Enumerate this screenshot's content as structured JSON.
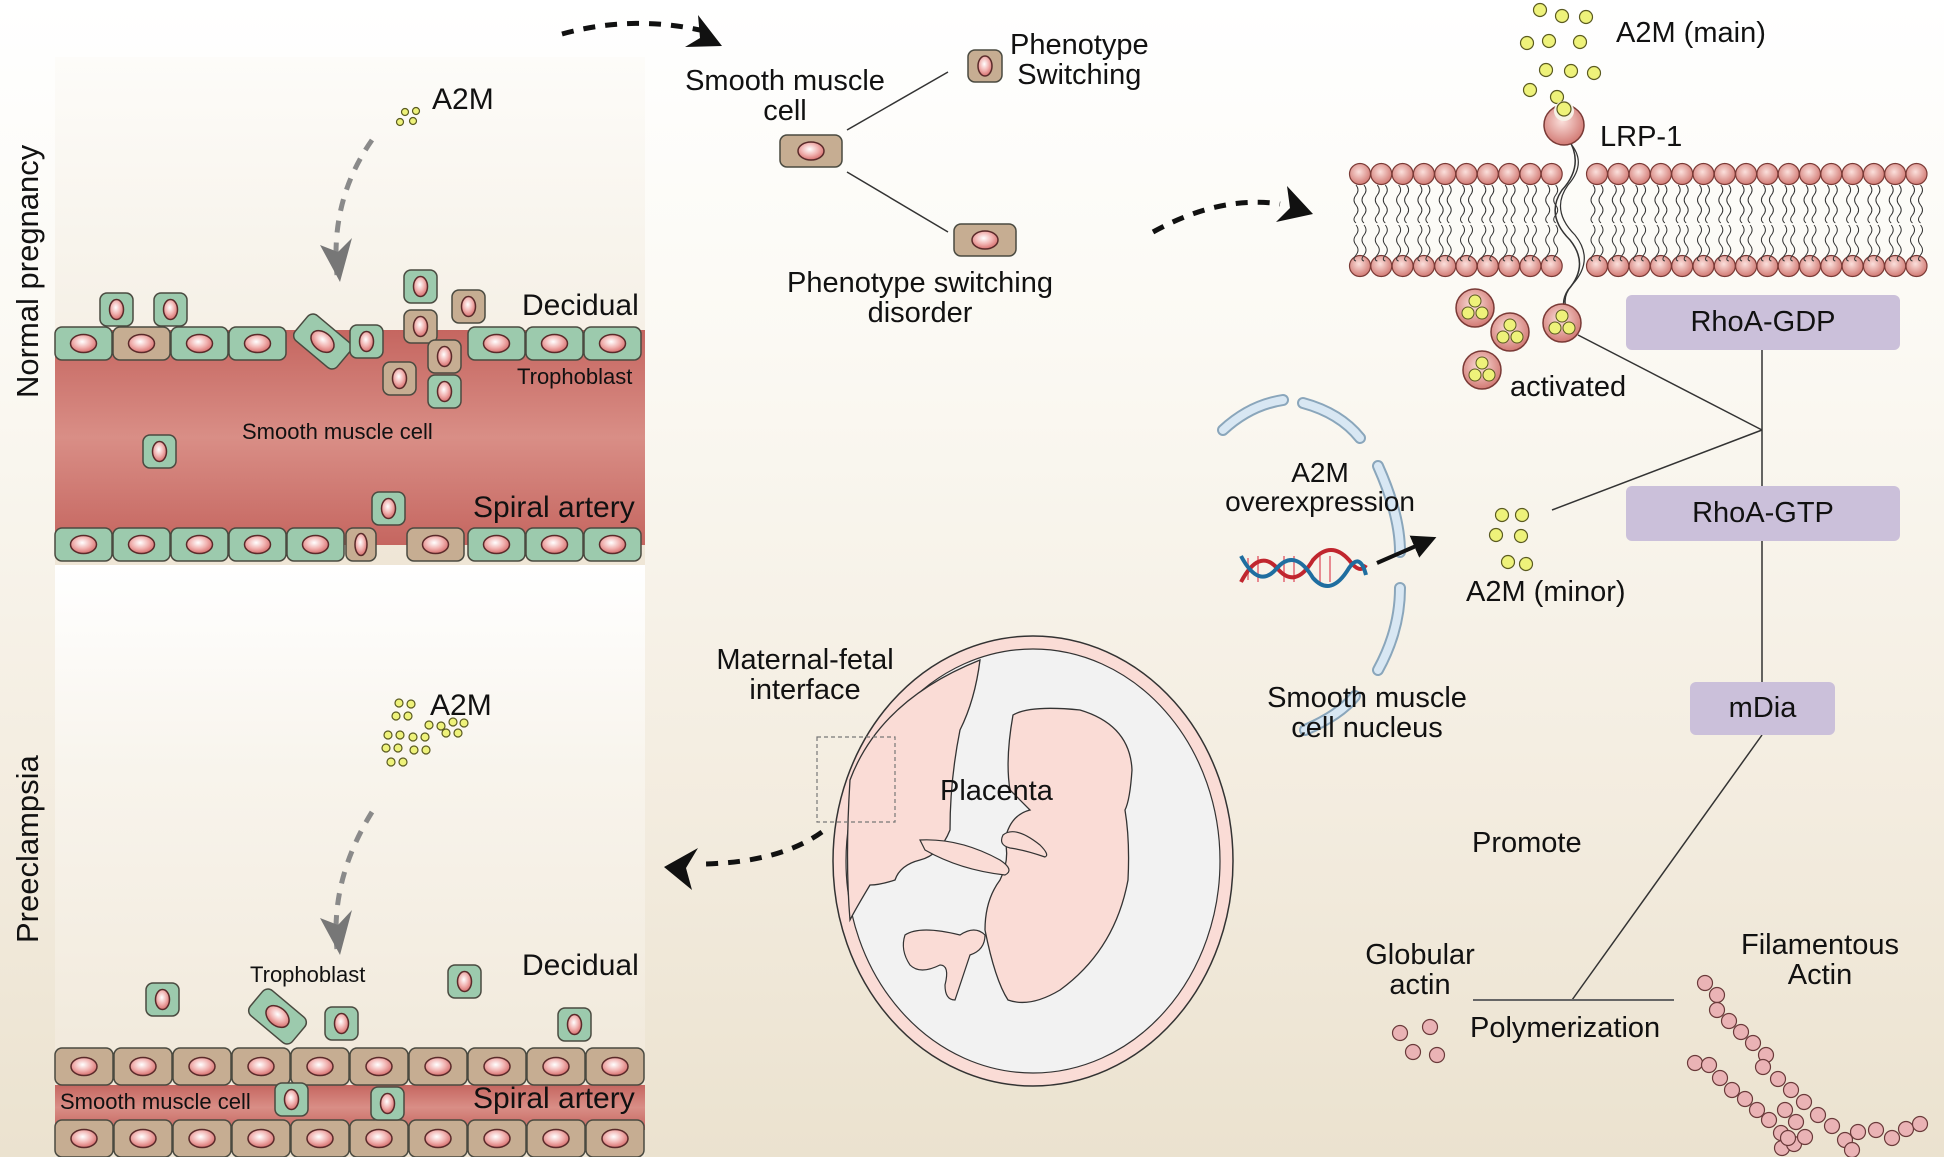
{
  "panels": {
    "normal": {
      "side_label": "Normal pregnancy",
      "a2m": "A2M",
      "decidual": "Decidual",
      "trophoblast": "Trophoblast",
      "smooth_muscle_cell": "Smooth muscle cell",
      "spiral_artery": "Spiral artery"
    },
    "preeclampsia": {
      "side_label": "Preeclampsia",
      "a2m": "A2M",
      "decidual": "Decidual",
      "trophoblast": "Trophoblast",
      "smooth_muscle_cell": "Smooth muscle cell",
      "spiral_artery": "Spiral artery"
    }
  },
  "phenotype": {
    "smc": "Smooth muscle\ncell",
    "switching": "Phenotype\nSwitching",
    "disorder": "Phenotype switching\ndisorder"
  },
  "placenta": {
    "interface": "Maternal-fetal\ninterface",
    "placenta": "Placenta"
  },
  "pathway": {
    "a2m_main": "A2M (main)",
    "lrp1": "LRP-1",
    "activated": "activated",
    "rhoa_gdp": "RhoA-GDP",
    "rhoa_gtp": "RhoA-GTP",
    "mdia": "mDia",
    "a2m_overexpression": "A2M\noverexpression",
    "a2m_minor": "A2M (minor)",
    "nucleus": "Smooth muscle\ncell nucleus",
    "promote": "Promote",
    "globular_actin": "Globular\nactin",
    "polymerization": "Polymerization",
    "filamentous_actin": "Filamentous\nActin"
  },
  "colors": {
    "green_cell": "#9ccaad",
    "tan_cell": "#c6ad92",
    "artery": "#c96e66",
    "nucleus": "#e58a8a",
    "a2m_dot": "#eef27a",
    "protein_box": "#cbc0da",
    "membrane_head": "#dc8a84",
    "actin": "#eab3b5",
    "placenta_pink": "#fadcd6",
    "nuclear_envelope": "#c9dcec"
  }
}
